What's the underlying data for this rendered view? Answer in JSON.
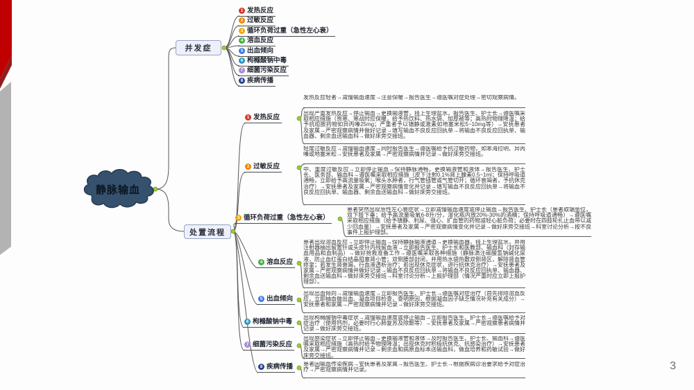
{
  "page": {
    "number": "3"
  },
  "central_topic": {
    "label": "静脉输血"
  },
  "branches": {
    "complications": {
      "label": "并发症",
      "items": [
        {
          "num": "1",
          "label": "发热反应",
          "color": "#d7372a"
        },
        {
          "num": "2",
          "label": "过敏反应",
          "color": "#ef8200"
        },
        {
          "num": "3",
          "label": "循环负荷过重（急性左心衰）",
          "color": "#f0a30a"
        },
        {
          "num": "4",
          "label": "溶血反应",
          "color": "#3faf46"
        },
        {
          "num": "5",
          "label": "出血倾向",
          "color": "#3b78e7"
        },
        {
          "num": "6",
          "label": "枸橼酸钠中毒",
          "color": "#2596be"
        },
        {
          "num": "7",
          "label": "细菌污染反应",
          "color": "#a78bd4"
        },
        {
          "num": "8",
          "label": "疾病传播",
          "color": "#23408e"
        }
      ]
    },
    "process": {
      "label": "处置流程",
      "items": [
        {
          "num": "1",
          "label": "发热反应",
          "color": "#d7372a",
          "notes": [
            "发热反应轻者→减慢输血速度→注意保暖→报告医生→遵医嘱对症处理→密切观察病情。",
            "出现严重发热反应→停止输血→更换输液管，挂上生理盐水，报告医生、护士长→遵医嘱采取相应措施（畏寒、寒战时应保暖，给予热饮料、热水袋、加厚被等；高热时物理降温；给予抗组胺药物如异丙嗪25mg；严重者予以镇静或激素如地塞米松5~10mg等）→安抚患者及家属→严密观察病情并做好记录→填写输血不良反应回执单→将输血不良反应回执单、输血器、剩余血送输血科→做好床旁交接班。"
          ]
        },
        {
          "num": "2",
          "label": "过敏反应",
          "color": "#ef8200",
          "notes": [
            "轻度过敏反应→减慢输血速度→同时报告医生→遵医嘱给予抗过敏药物，如苯海拉明、异丙嗪或地塞米松→安抚患者及家属→严密观察病情并记录→做好床旁交接班。",
            "中、重度过敏反应→立即停止输血→保持静脉通畅，更换输液管和液体→报告医生、护士长、医务部、输血科→遵医嘱采取相应措施（皮下注射0.1%肾上腺素0.5~1ml；保持呼吸道通畅，立即给予高流量吸氧；喉头水肿者，行气管插管或气管切开；循环衰竭者，予抗休克治疗）→安抚患者及家属→严密观察病情变化并记录→填写输血不良反应回执单→将输血不良反应回执单、输血器、剩余血送输血科→做好床旁交接班。"
          ]
        },
        {
          "num": "3",
          "label": "循环负荷过重（急性左心衰）",
          "color": "#f0a30a",
          "notes": [
            "患者突然出现急性左心衰症状→立即减慢输血速度或停止输血→报告医生、护士长（患者取端坐位，双下肢下垂；给予高流量吸氧6-8升/分，湿化瓶内放20%-30%的酒精；保持呼吸道通畅）→遵医嘱采取相应措施（给予镇静、利尿、强心、扩血管的药物减轻心脏负荷；必要时在四肢轮扎止血带以减少回血量）→安抚患者及家属→严密观察病情变化并记录→做好床旁交接班→科室讨论分析→按不良事件上报护理部。"
          ]
        },
        {
          "num": "4",
          "label": "溶血反应",
          "color": "#3faf46",
          "notes": [
            "患者出现溶血反应→立即停止输血→保持静脉输液通道→更换输血器，挂上生理盐水，并用注射器抽出留置针或头皮针内残留血液→立即报告医生、护士长和医教部、输血科（封存输血用品和血制品）→做好抢救准备工作→遵医嘱采取各种措施（静脉滴注碳酸氢钠碱化尿液，防止血红蛋白结晶阻塞肾小管；双侧腰部封闭，并用热水袋热敷双侧肾区，解除肾血管痉挛；若发生肾衰竭，行血液透析治疗；若出现休克症状，进行抗休克治疗）→安抚患者及家属→严密观察病情并做好记录→输血不良反应回执单→将输血不良反应回执单、输血器、剩余血送输血科→做好床旁交接班→科室讨论分析→上报护理部（情况严重时应立即上报护理部）。"
          ]
        },
        {
          "num": "5",
          "label": "出血倾向",
          "color": "#3b78e7",
          "notes": [
            "出现出血倾向→减慢输血速度→立即报告医生、护士长→遵医嘱对症治疗（首先排除溶血反应，立即抽血做出血、凝血项目检查，查明原因，根据凝血因子缺乏情况补充有关成分）→安抚患者和家属→严密观察病情并记录→做好床旁交接班。"
          ]
        },
        {
          "num": "6",
          "label": "枸橼酸钠中毒",
          "color": "#2596be",
          "notes": [
            "出现枸橼酸钠中毒症状→减慢输血速度或停止输血→立即报告医生、护士长→遵医嘱给予对症治疗（使用钙剂，必要时行心肺复苏及除颤等）→安抚患者及家属→严密观察患者病情并记录→做好床旁交接班。"
          ]
        },
        {
          "num": "7",
          "label": "细菌污染反应",
          "color": "#a78bd4",
          "notes": [
            "出现感染症状→立即停止输血→更换输液管和液体→及时报告医生、护士长、输血科→遵医嘱采取相应措施（高热时给予物理降温；出现休克时积极抗休克、抗感染治疗）→安抚患者及家属→严密观察病情并记录→剩余血和病原血标本送输血科，做血培养和药敏试验→做好床旁交接班。"
          ]
        },
        {
          "num": "8",
          "label": "疾病传播",
          "color": "#23408e",
          "notes": [
            "患者因输血传染疾病→安抚患者及家属→报告医生、护士长→根据疾病诊治要求给予对症治疗→严密观察病情并记录。"
          ]
        }
      ]
    }
  },
  "decor": {
    "accent_red": "#c00000",
    "accent_dark_red": "#8f1d1d",
    "accent_gray": "#b3b3b3",
    "connector_green": "#9dc93c",
    "line_color": "#555555"
  }
}
